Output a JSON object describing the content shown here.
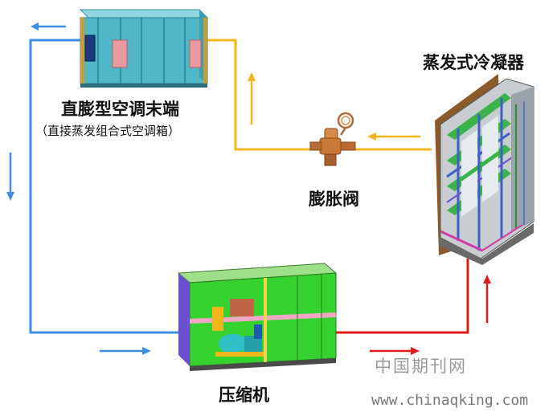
{
  "labels": {
    "ahu_title": "直膨型空调末端",
    "ahu_subtitle": "（直接蒸发组合式空调箱）",
    "condenser_title": "蒸发式冷凝器",
    "valve_title": "膨胀阀",
    "compressor_title": "压缩机"
  },
  "watermark": {
    "cn": "中国期刊网",
    "url": "www.chinaqking.com"
  },
  "colors": {
    "suction_line": "#3d8fe6",
    "liquid_line": "#f2b51c",
    "discharge_line": "#e01b1b",
    "ahu_body": "#4fb7c8",
    "compressor_body": "#36d22f",
    "condenser_frame": "#8a5a2a"
  }
}
